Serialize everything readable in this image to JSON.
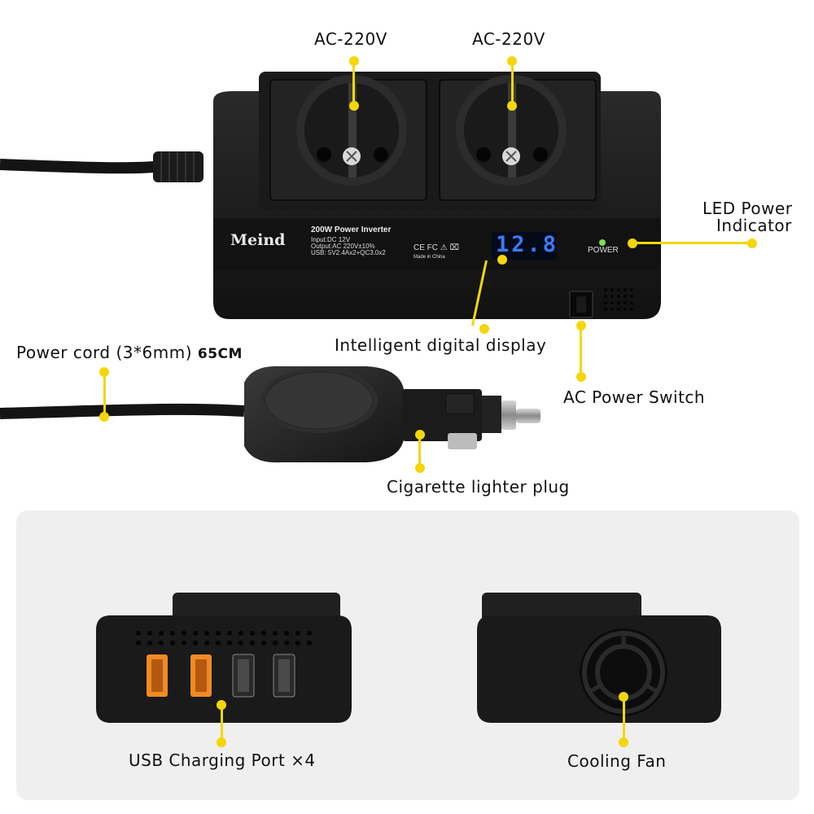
{
  "labels": {
    "ac_left": "AC-220V",
    "ac_right": "AC-220V",
    "led_power": "LED Power",
    "led_indicator": "Indicator",
    "power_cord": "Power cord (3*6mm)",
    "power_cord_length": "65CM",
    "digital_display": "Intelligent digital display",
    "ac_switch": "AC Power Switch",
    "lighter_plug": "Cigarette lighter plug",
    "usb_ports": "USB Charging Port ×4",
    "cooling_fan": "Cooling Fan"
  },
  "device": {
    "brand": "Meind",
    "model": "200W  Power  Inverter",
    "input": "Input:DC 12V",
    "output": "Output:AC 220V±10%",
    "usb": "USB: 5V2.4Ax2+QC3.0x2",
    "certs": "CE FC ⚠ ⌧",
    "made_in": "Made in China",
    "display_value": "12.8",
    "power_text": "POWER"
  },
  "colors": {
    "callout": "#f4d60a",
    "device_body": "#1c1c1c",
    "display_digits": "#3a7bff",
    "led": "#7fe04a",
    "usb_qc": "#f08a24"
  }
}
